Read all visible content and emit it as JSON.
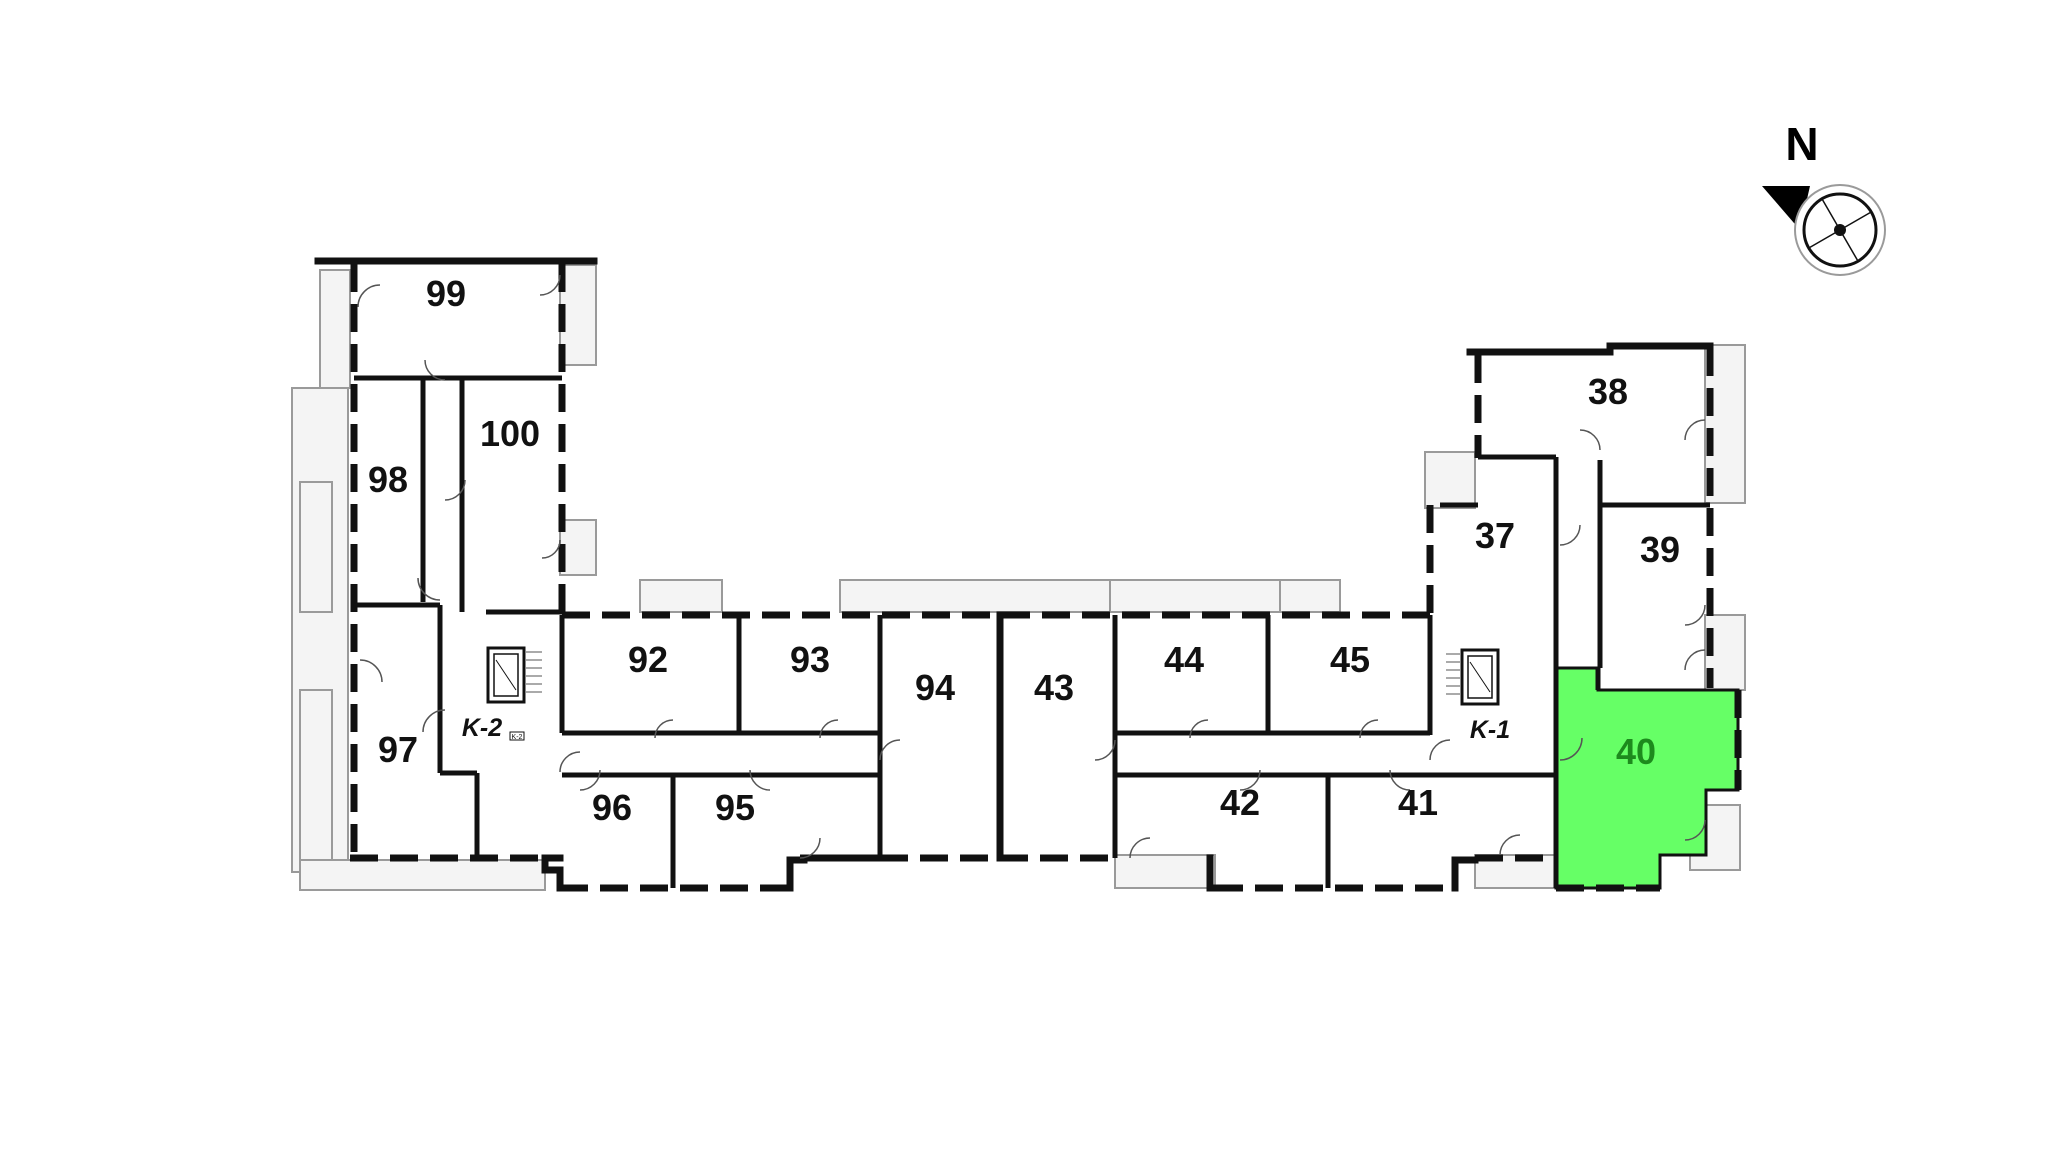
{
  "units": {
    "u99": "99",
    "u100": "100",
    "u98": "98",
    "u97": "97",
    "u92": "92",
    "u93": "93",
    "u94": "94",
    "u96": "96",
    "u95": "95",
    "u43": "43",
    "u44": "44",
    "u45": "45",
    "u42": "42",
    "u41": "41",
    "u38": "38",
    "u37": "37",
    "u39": "39",
    "u40": "40"
  },
  "stairs": {
    "k2": "K-2",
    "k2_small": "K-2",
    "k1": "K-1"
  },
  "compass": {
    "label": "N"
  },
  "colors": {
    "highlight_fill": "#66ff66",
    "highlight_text": "#1d8a1d",
    "wall": "#111111"
  },
  "highlighted_unit": "40"
}
